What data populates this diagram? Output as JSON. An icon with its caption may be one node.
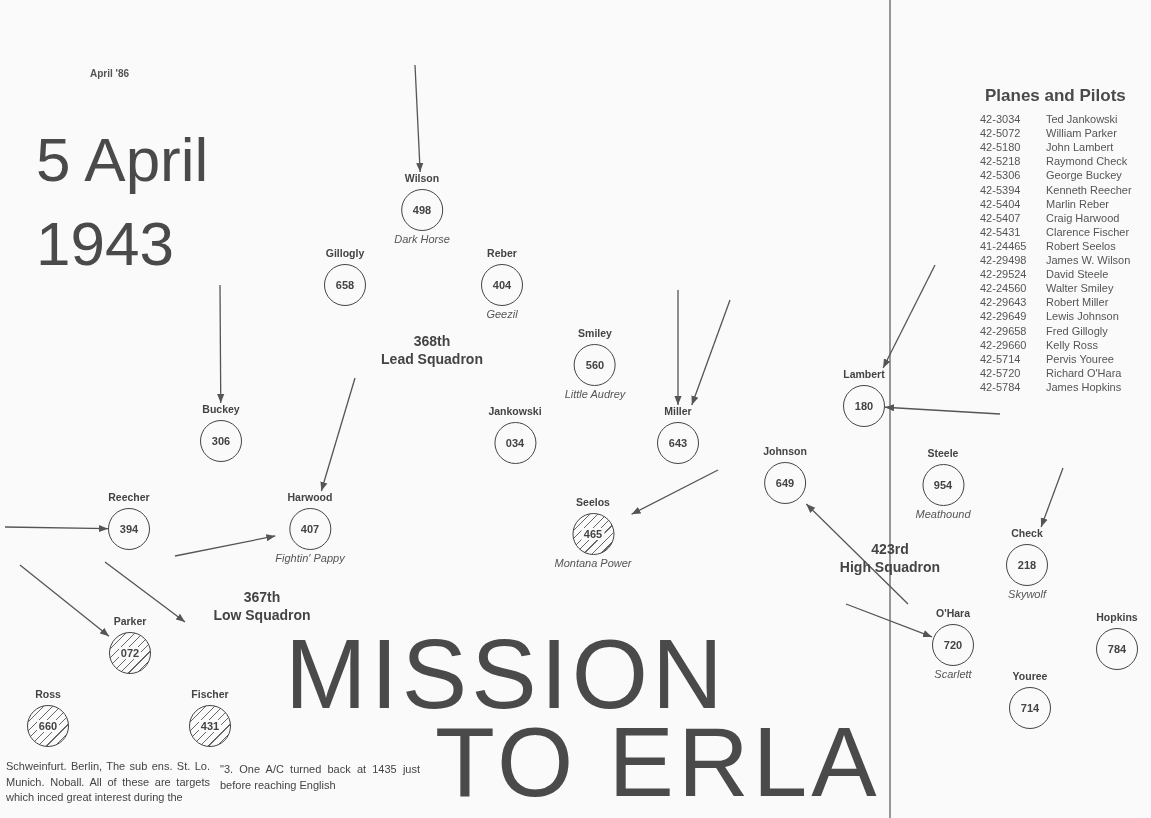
{
  "diagram": {
    "title": "MISSION TO ERLA",
    "nodes": [
      {
        "text": [
          "Wilson",
          "498"
        ],
        "beside": [
          "Dark Horse"
        ]
      },
      {
        "text": [
          "Gillogly",
          "658"
        ]
      },
      {
        "text": [
          "Reber",
          "404"
        ],
        "beside": [
          "Geezil"
        ]
      },
      {
        "text": [
          "Smiley",
          "560"
        ],
        "beside": [
          "Little Audrey"
        ]
      },
      {
        "text": [
          "Buckey",
          "306"
        ]
      },
      {
        "text": [
          "Jankowski",
          "034"
        ]
      },
      {
        "text": [
          "Miller",
          "643"
        ]
      },
      {
        "text": [
          "Lambert",
          "180"
        ]
      },
      {
        "text": [
          "Johnson",
          "649"
        ]
      },
      {
        "text": [
          "Steele",
          "954"
        ],
        "beside": [
          "Meathound"
        ]
      },
      {
        "text": [
          "Reecher",
          "394"
        ]
      },
      {
        "text": [
          "Harwood",
          "407"
        ],
        "beside": [
          "Fightin' Pappy"
        ]
      },
      {
        "text": [
          "Seelos",
          "465"
        ],
        "beside": [
          "Montana Power"
        ]
      },
      {
        "text": [
          "Check",
          "218"
        ],
        "beside": [
          "Skywolf"
        ]
      },
      {
        "text": [
          "Parker",
          "072"
        ]
      },
      {
        "text": [
          "O'Hara",
          "720"
        ],
        "beside": [
          "Scarlett"
        ]
      },
      {
        "text": [
          "Hopkins",
          "784"
        ]
      },
      {
        "text": [
          "Ross",
          "660"
        ]
      },
      {
        "text": [
          "Fischer",
          "431"
        ]
      },
      {
        "text": [
          "Youree",
          "714"
        ]
      }
    ],
    "edges": [
      {
        "from": null,
        "to": 0,
        "arrow": "to"
      },
      {
        "from": null,
        "to": 4,
        "arrow": "to"
      },
      {
        "from": null,
        "to": 11,
        "arrow": "to"
      },
      {
        "from": null,
        "to": 10,
        "arrow": "to"
      },
      {
        "from": null,
        "to": 11,
        "arrow": "to"
      },
      {
        "from": null,
        "to": 14,
        "arrow": "to"
      },
      {
        "from": null,
        "to": 6,
        "arrow": "to"
      },
      {
        "from": null,
        "to": 6,
        "arrow": "to"
      },
      {
        "from": null,
        "to": 12,
        "arrow": "to"
      },
      {
        "from": null,
        "to": 7,
        "arrow": "to"
      },
      {
        "from": null,
        "to": 7,
        "arrow": "to"
      },
      {
        "from": null,
        "to": 8,
        "arrow": "to"
      },
      {
        "from": null,
        "to": 15,
        "arrow": "to"
      },
      {
        "from": null,
        "to": 13,
        "arrow": "to"
      }
    ],
    "labels": [
      "April '86",
      "5 April 1943",
      "Planes and Pilots",
      "42-3034",
      "Ted Jankowski",
      "42-5072",
      "William Parker",
      "42-5180",
      "John Lambert",
      "42-5218",
      "Raymond Check",
      "42-5306",
      "George Buckey",
      "42-5394",
      "Kenneth Reecher",
      "42-5404",
      "Marlin Reber",
      "42-5407",
      "Craig Harwood",
      "42-5431",
      "Clarence Fischer",
      "41-24465",
      "Robert Seelos",
      "42-29498",
      "James W. Wilson",
      "42-29524",
      "David Steele",
      "42-24560",
      "Walter Smiley",
      "42-29643",
      "Robert Miller",
      "42-29649",
      "Lewis Johnson",
      "42-29658",
      "Fred Gillogly",
      "42-29660",
      "Kelly Ross",
      "42-5714",
      "Pervis Youree",
      "42-5720",
      "Richard O'Hara",
      "42-5784",
      "James Hopkins",
      "368th Lead Squadron",
      "367th Low Squadron",
      "423rd High Squadron",
      "Schweinfurt. Berlin, The sub ens. St. Lo. Munich. Noball. All of these are targets which inced great interest during the",
      "\"3. One A/C turned back at 1435 just before reaching English"
    ]
  }
}
